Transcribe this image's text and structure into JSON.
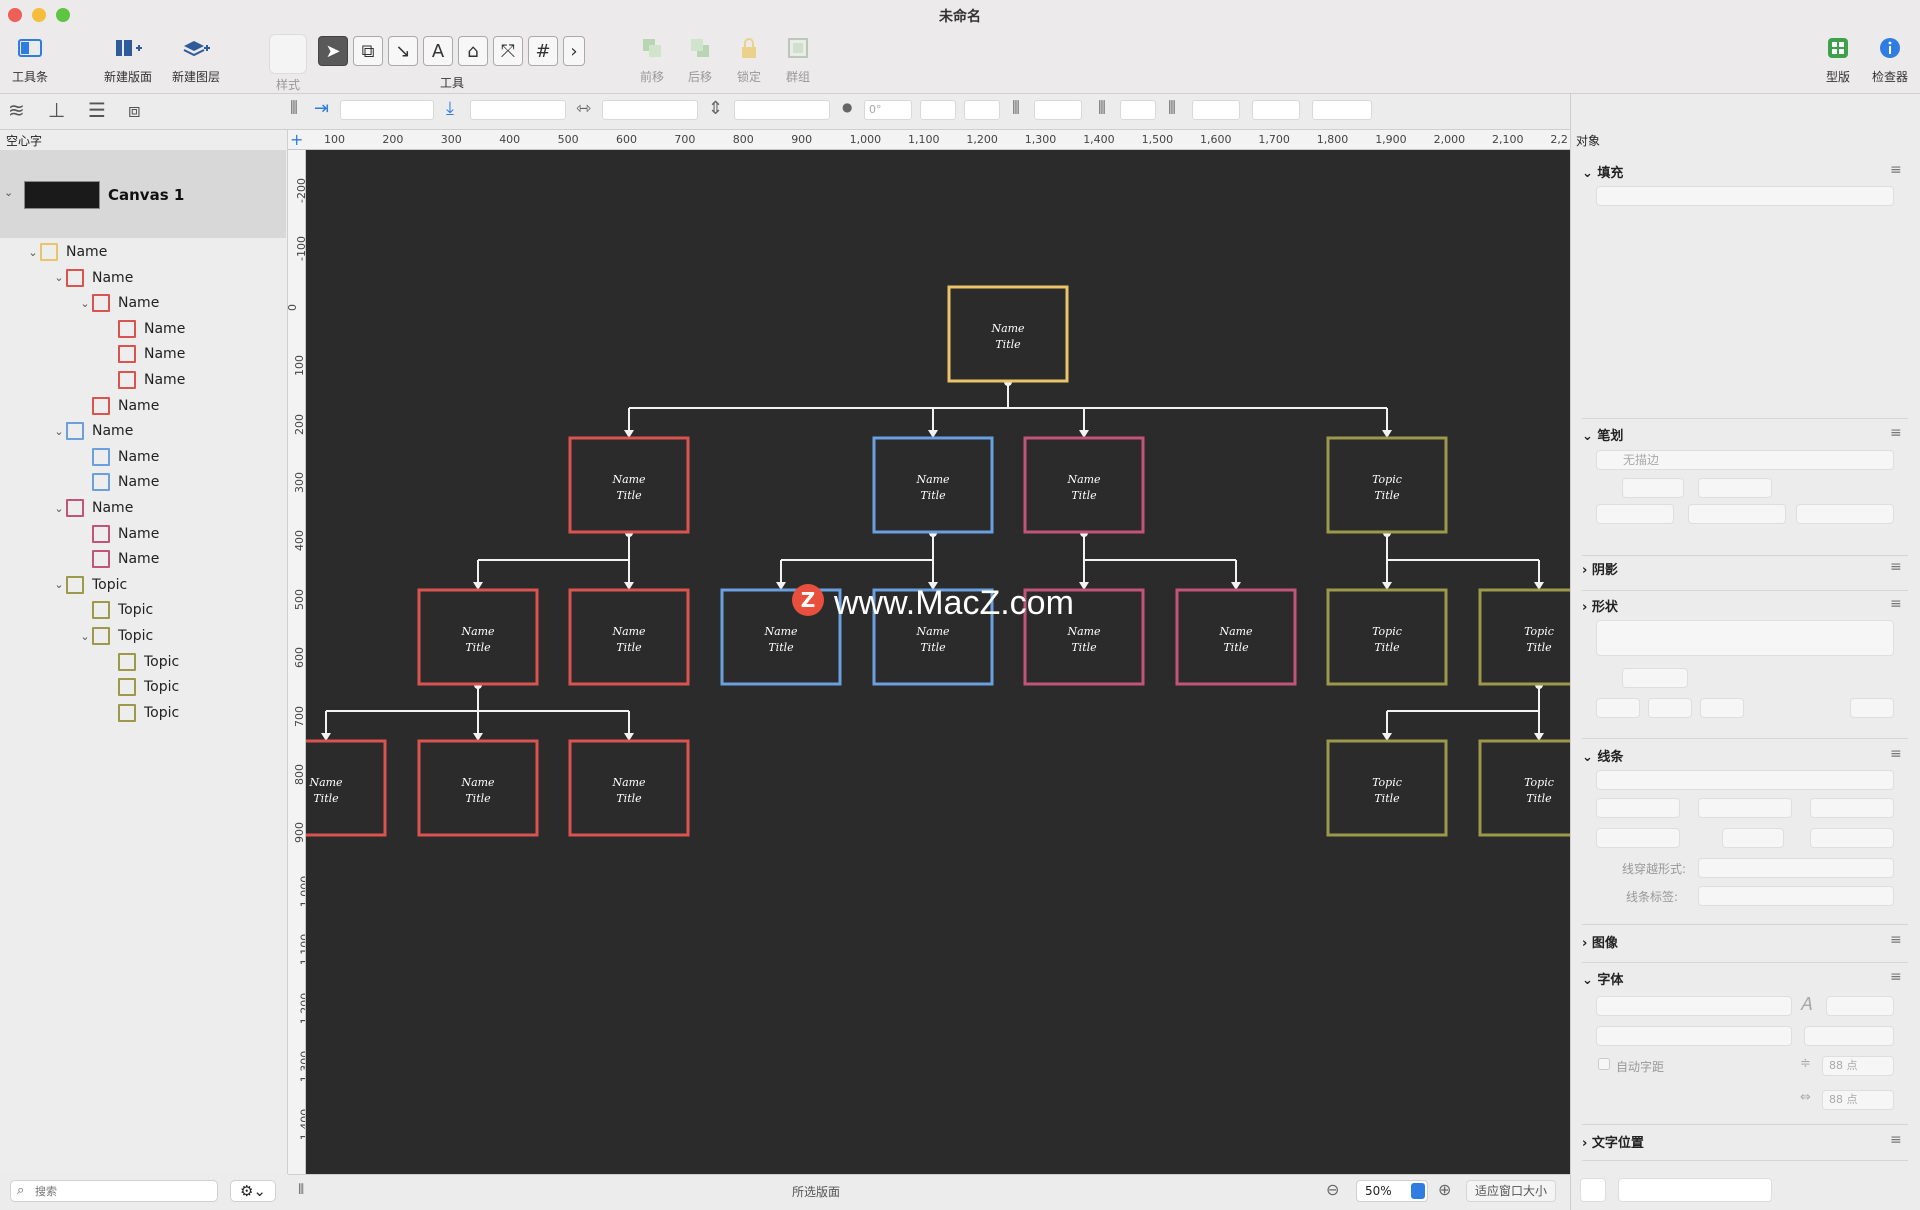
{
  "window": {
    "title": "未命名"
  },
  "toolbar": {
    "sidebar_btn": "工具条",
    "new_canvas": "新建版面",
    "new_layer": "新建图层",
    "style": "样式",
    "tools": "工具",
    "forward": "前移",
    "backward": "后移",
    "lock": "锁定",
    "group": "群组",
    "stencils": "型版",
    "inspector": "检查器"
  },
  "format_bar": {
    "rotation": "0°"
  },
  "sidebar": {
    "heading": "空心字",
    "canvas_name": "Canvas 1",
    "tree": [
      {
        "label": "Name",
        "level": 0,
        "color": "#e9c46a",
        "expanded": true
      },
      {
        "label": "Name",
        "level": 1,
        "color": "#d9534f",
        "expanded": true
      },
      {
        "label": "Name",
        "level": 2,
        "color": "#d9534f",
        "expanded": true
      },
      {
        "label": "Name",
        "level": 3,
        "color": "#d9534f"
      },
      {
        "label": "Name",
        "level": 3,
        "color": "#d9534f"
      },
      {
        "label": "Name",
        "level": 3,
        "color": "#d9534f"
      },
      {
        "label": "Name",
        "level": 2,
        "color": "#d9534f"
      },
      {
        "label": "Name",
        "level": 1,
        "color": "#6aa0e0",
        "expanded": true
      },
      {
        "label": "Name",
        "level": 2,
        "color": "#6aa0e0"
      },
      {
        "label": "Name",
        "level": 2,
        "color": "#6aa0e0"
      },
      {
        "label": "Name",
        "level": 1,
        "color": "#c2547a",
        "expanded": true
      },
      {
        "label": "Name",
        "level": 2,
        "color": "#c2547a"
      },
      {
        "label": "Name",
        "level": 2,
        "color": "#c2547a"
      },
      {
        "label": "Topic",
        "level": 1,
        "color": "#9c9a4a",
        "expanded": true
      },
      {
        "label": "Topic",
        "level": 2,
        "color": "#9c9a4a"
      },
      {
        "label": "Topic",
        "level": 2,
        "color": "#9c9a4a",
        "expanded": true
      },
      {
        "label": "Topic",
        "level": 3,
        "color": "#9c9a4a"
      },
      {
        "label": "Topic",
        "level": 3,
        "color": "#9c9a4a"
      },
      {
        "label": "Topic",
        "level": 3,
        "color": "#9c9a4a"
      }
    ],
    "search_placeholder": "搜索"
  },
  "ruler": {
    "top": [
      "100",
      "200",
      "300",
      "400",
      "500",
      "600",
      "700",
      "800",
      "900",
      "1,000",
      "1,100",
      "1,200",
      "1,300",
      "1,400",
      "1,500",
      "1,600",
      "1,700",
      "1,800",
      "1,900",
      "2,000",
      "2,100",
      "2,2"
    ],
    "left": [
      "-200",
      "-100",
      "0",
      "100",
      "200",
      "300",
      "400",
      "500",
      "600",
      "700",
      "800",
      "900",
      "1,000",
      "1,100",
      "1,200",
      "1,300",
      "1,400"
    ]
  },
  "canvas": {
    "watermark": "www.MacZ.com",
    "nodes": [
      {
        "l1": "Name",
        "l2": "Title",
        "color": "#e9c46a"
      },
      {
        "l1": "Name",
        "l2": "Title",
        "color": "#d9534f"
      },
      {
        "l1": "Name",
        "l2": "Title",
        "color": "#6aa0e0"
      },
      {
        "l1": "Name",
        "l2": "Title",
        "color": "#c2547a"
      },
      {
        "l1": "Topic",
        "l2": "Title",
        "color": "#9c9a4a"
      },
      {
        "l1": "Name",
        "l2": "Title",
        "color": "#d9534f"
      },
      {
        "l1": "Name",
        "l2": "Title",
        "color": "#d9534f"
      },
      {
        "l1": "Name",
        "l2": "Title",
        "color": "#6aa0e0"
      },
      {
        "l1": "Name",
        "l2": "Title",
        "color": "#6aa0e0"
      },
      {
        "l1": "Name",
        "l2": "Title",
        "color": "#c2547a"
      },
      {
        "l1": "Name",
        "l2": "Title",
        "color": "#c2547a"
      },
      {
        "l1": "Topic",
        "l2": "Title",
        "color": "#9c9a4a"
      },
      {
        "l1": "Topic",
        "l2": "Title",
        "color": "#9c9a4a"
      },
      {
        "l1": "Name",
        "l2": "Title",
        "color": "#d9534f"
      },
      {
        "l1": "Name",
        "l2": "Title",
        "color": "#d9534f"
      },
      {
        "l1": "Name",
        "l2": "Title",
        "color": "#d9534f"
      },
      {
        "l1": "Topic",
        "l2": "Title",
        "color": "#9c9a4a"
      },
      {
        "l1": "Topic",
        "l2": "Title",
        "color": "#9c9a4a"
      }
    ]
  },
  "status": {
    "selection": "所选版面",
    "zoom": "50%",
    "fit": "适应窗口大小"
  },
  "inspector": {
    "header": "对象",
    "fill": "填充",
    "stroke": "笔划",
    "stroke_value": "无描边",
    "shadow": "阴影",
    "shape": "形状",
    "lines": "线条",
    "line_hop": "线穿越形式:",
    "line_label": "线条标签:",
    "image": "图像",
    "font": "字体",
    "auto_kern": "自动字距",
    "spacing1": "88 点",
    "spacing2": "88 点",
    "text_position": "文字位置"
  },
  "colors": {
    "canvas_bg": "#2b2b2b",
    "selection": "#d8d8d8",
    "accent": "#2f7de1"
  }
}
